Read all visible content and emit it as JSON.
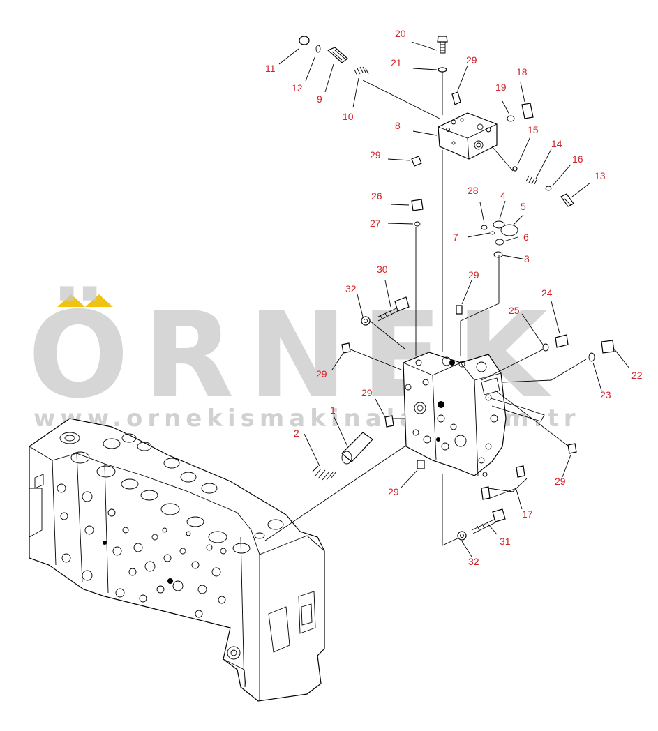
{
  "watermark": {
    "brand": "ÖRNEK",
    "url": "www.ornekismakinalari.com.tr",
    "brand_color": "#c9c9c9",
    "accent_color": "#f1c30f"
  },
  "callouts": {
    "c1": "1",
    "c2": "2",
    "c3": "3",
    "c4": "4",
    "c5": "5",
    "c6": "6",
    "c7": "7",
    "c8": "8",
    "c9": "9",
    "c10": "10",
    "c11": "11",
    "c12": "12",
    "c13": "13",
    "c14": "14",
    "c15": "15",
    "c16": "16",
    "c17": "17",
    "c18": "18",
    "c19": "19",
    "c20": "20",
    "c21": "21",
    "c22": "22",
    "c23": "23",
    "c24": "24",
    "c25": "25",
    "c26": "26",
    "c27": "27",
    "c28": "28",
    "c29a": "29",
    "c29b": "29",
    "c29c": "29",
    "c29d": "29",
    "c29e": "29",
    "c29f": "29",
    "c29g": "29",
    "c30": "30",
    "c31": "31",
    "c32a": "32",
    "c32b": "32"
  },
  "callout_color": "#d0232a"
}
